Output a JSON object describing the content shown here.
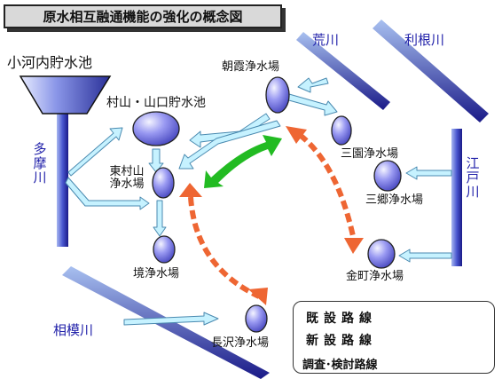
{
  "title": "原水相互融通機能の強化の概念図",
  "reservoirs": {
    "ogouchi": "小河内貯水池",
    "murayama": "村山・山口貯水池"
  },
  "rivers": {
    "tama": "多摩川",
    "sagami": "相模川",
    "ara": "荒川",
    "tone": "利根川",
    "edo": "江戸川"
  },
  "plants": {
    "asaka": "朝霞浄水場",
    "misono": "三園浄水場",
    "misato": "三郷浄水場",
    "kanamachi": "金町浄水場",
    "higashimurayama": "東村山浄水場",
    "sakai": "境浄水場",
    "nagasawa": "長沢浄水場"
  },
  "legend": {
    "existing": "既設路線",
    "new": "新設路線",
    "survey": "調査･検討路線"
  },
  "colors": {
    "river_blue": "#2a2aa8",
    "existing_arrow": "#bdeefe",
    "new_arrow": "#22bb22",
    "survey_arrow": "#ee6633",
    "facility": "#8c8cf0"
  }
}
